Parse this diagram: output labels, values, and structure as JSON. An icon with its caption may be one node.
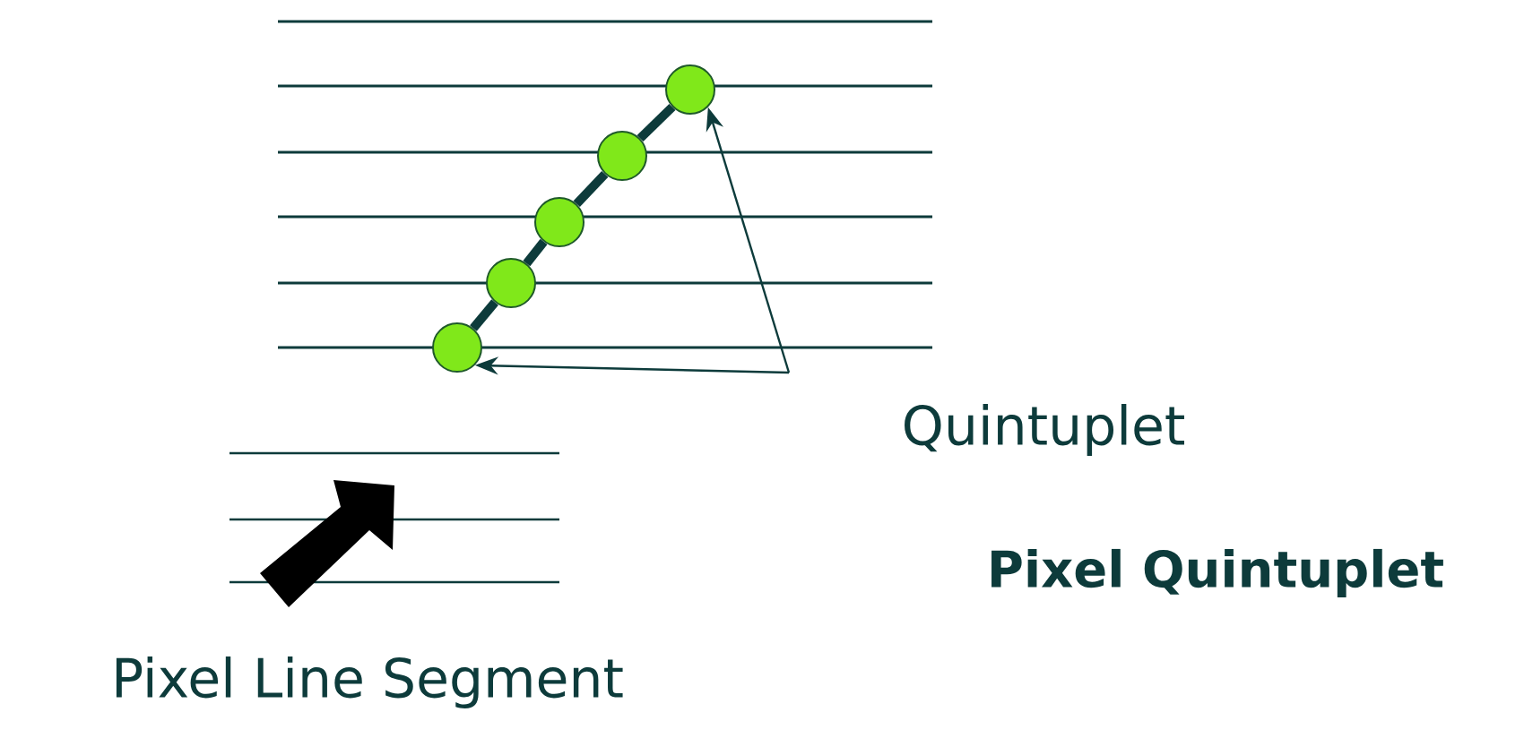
{
  "diagram": {
    "nodes": [
      {
        "text": [],
        "shape": "circle"
      },
      {
        "text": [],
        "shape": "circle"
      },
      {
        "text": [],
        "shape": "circle"
      },
      {
        "text": [],
        "shape": "circle"
      },
      {
        "text": [],
        "shape": "circle"
      },
      {
        "text": [
          "Quintuplet"
        ]
      }
    ],
    "edges": [
      {
        "from": 0,
        "to": 1,
        "arrow": "none"
      },
      {
        "from": 1,
        "to": 2,
        "arrow": "none"
      },
      {
        "from": 2,
        "to": 3,
        "arrow": "none"
      },
      {
        "from": 3,
        "to": 4,
        "arrow": "none"
      },
      {
        "from": 5,
        "to": 4,
        "arrow": "to"
      },
      {
        "from": 5,
        "to": 0,
        "arrow": "to"
      }
    ],
    "labels": [
      "Pixel Line Segment",
      "Pixel Quintuplet"
    ]
  }
}
